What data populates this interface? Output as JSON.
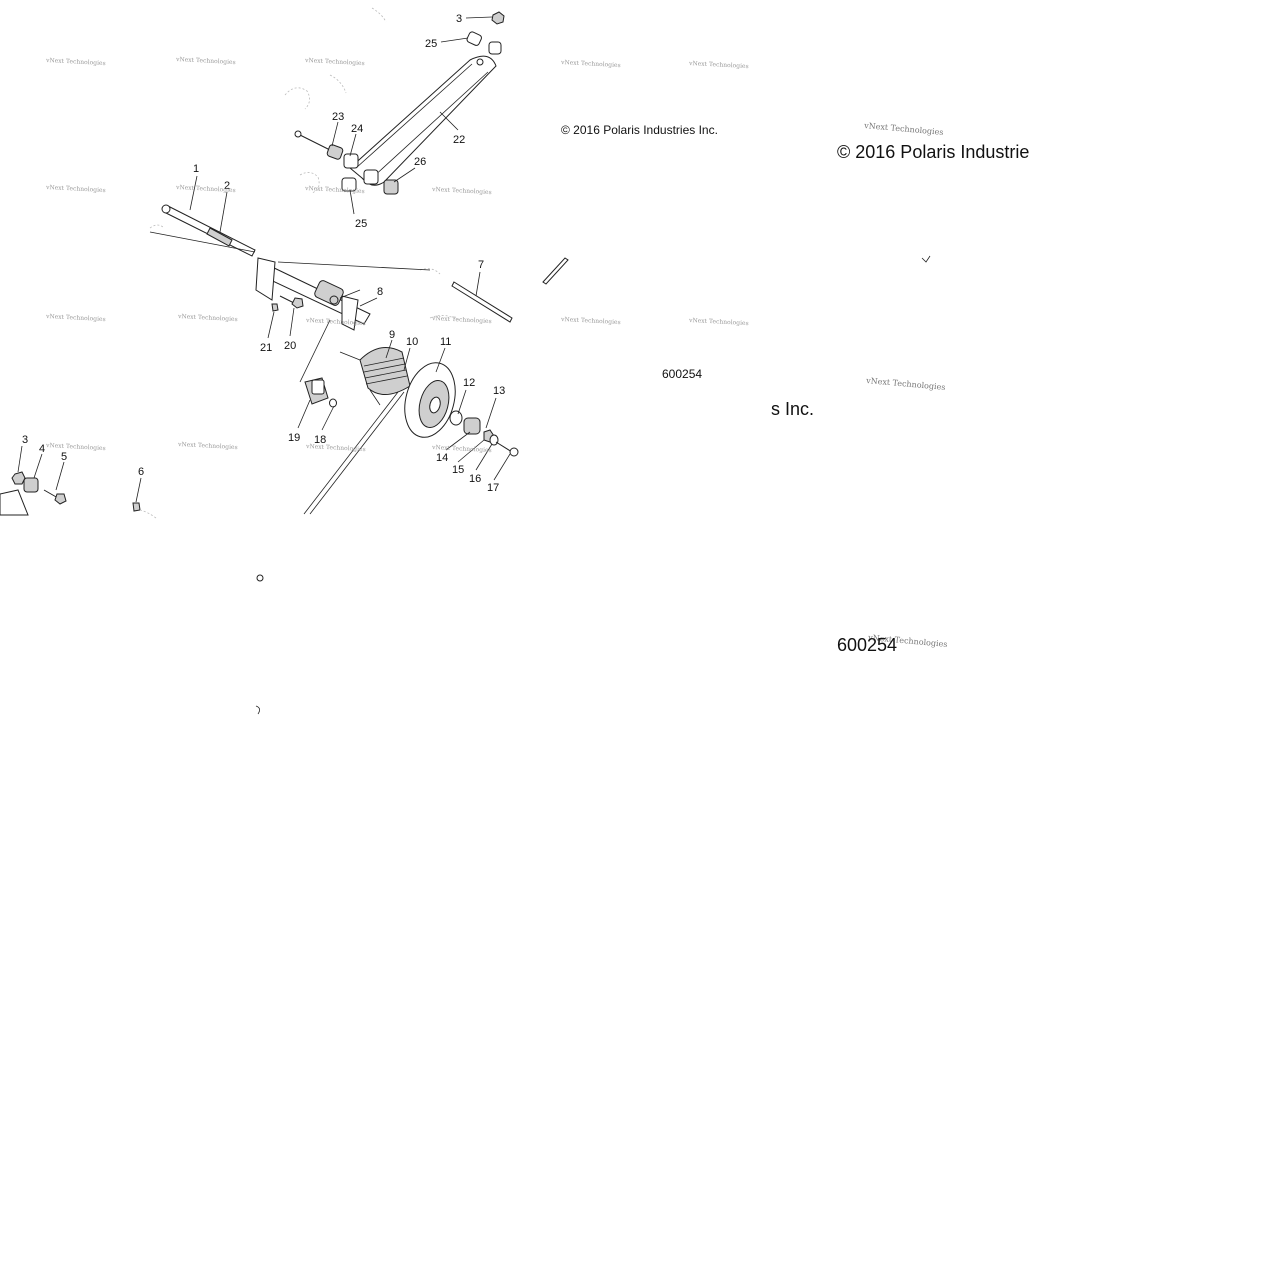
{
  "copyright": "© 2016 Polaris Industries Inc.",
  "copyright_large_partial": "© 2016 Polaris Industrie",
  "copyright_tail": "s Inc.",
  "diagram_id": "600254",
  "watermark": "vNext Technologies",
  "callouts": [
    "1",
    "2",
    "3",
    "3",
    "4",
    "5",
    "6",
    "7",
    "8",
    "9",
    "10",
    "11",
    "12",
    "13",
    "14",
    "15",
    "16",
    "17",
    "18",
    "19",
    "20",
    "21",
    "22",
    "23",
    "24",
    "25",
    "25",
    "26"
  ]
}
